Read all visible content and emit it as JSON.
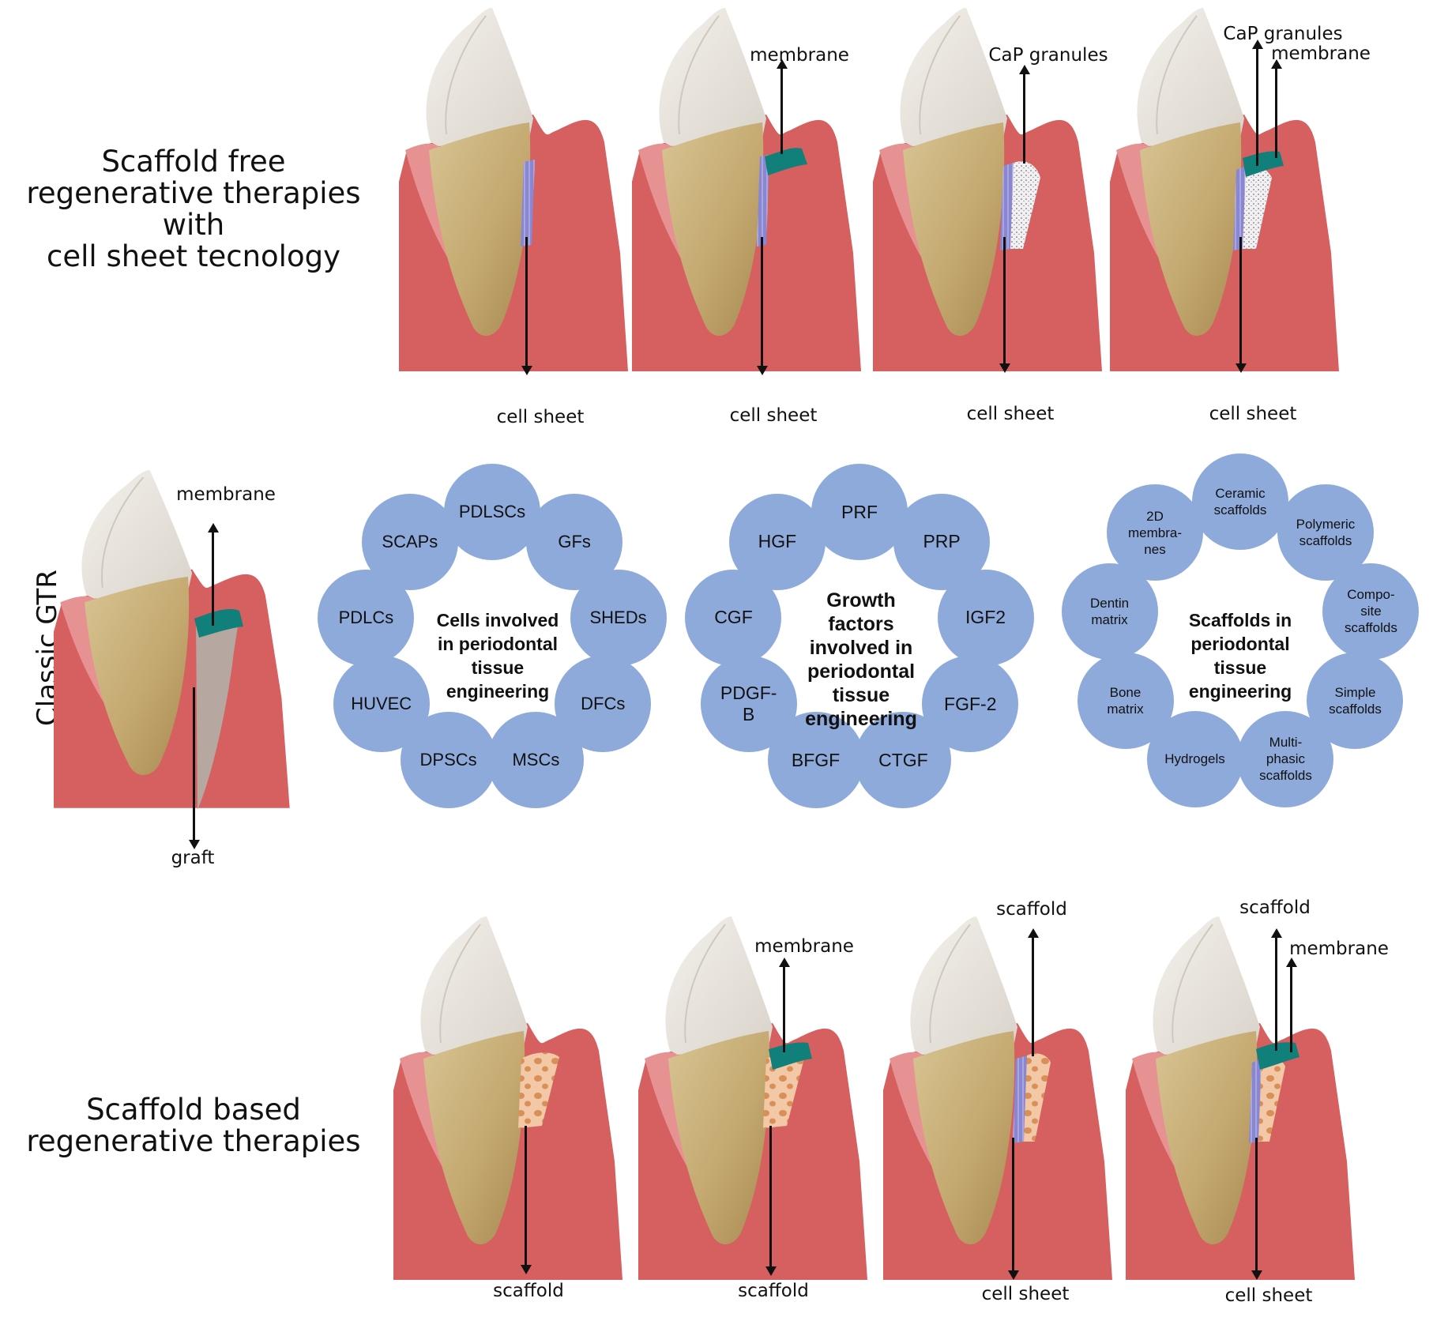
{
  "sections": {
    "scaffold_free": "Scaffold free\nregenerative therapies\nwith\ncell sheet tecnology",
    "classic_gtr": "Classic GTR",
    "scaffold_based": "Scaffold based\nregenerative therapies"
  },
  "top_row": {
    "p1": {
      "bottom": "cell sheet"
    },
    "p2": {
      "top": "membrane",
      "bottom": "cell sheet"
    },
    "p3": {
      "top": "CaP granules",
      "bottom": "cell sheet"
    },
    "p4": {
      "top1": "CaP granules",
      "top2": "membrane",
      "bottom": "cell sheet"
    }
  },
  "gtr": {
    "top": "membrane",
    "bottom": "graft"
  },
  "bottom_row": {
    "p1": {
      "bottom": "scaffold"
    },
    "p2": {
      "top": "membrane",
      "bottom": "scaffold"
    },
    "p3": {
      "top": "scaffold",
      "bottom": "cell sheet"
    },
    "p4": {
      "top1": "scaffold",
      "top2": "membrane",
      "bottom": "cell sheet"
    }
  },
  "clusters": {
    "cells": {
      "center": "Cells involved\nin periodontal\ntissue\nengineering",
      "items": [
        "PDLSCs",
        "GFs",
        "SHEDs",
        "DFCs",
        "MSCs",
        "DPSCs",
        "HUVEC",
        "PDLCs",
        "SCAPs"
      ]
    },
    "growth": {
      "center": "Growth\nfactors\ninvolved in\nperiodontal\ntissue\nengineering",
      "items": [
        "PRF",
        "PRP",
        "IGF2",
        "FGF-2",
        "CTGF",
        "BFGF",
        "PDGF-\nB",
        "CGF",
        "HGF"
      ]
    },
    "scaffolds": {
      "center": "Scaffolds in\nperiodontal\ntissue\nengineering",
      "items": [
        "Ceramic\nscaffolds",
        "Polymeric\nscaffolds",
        "Compo-\nsite\nscaffolds",
        "Simple\nscaffolds",
        "Multi-\nphasic\nscaffolds",
        "Hydrogels",
        "Bone\nmatrix",
        "Dentin\nmatrix",
        "2D\nmembra-\nnes"
      ]
    }
  },
  "colors": {
    "gum": "#d65f5f",
    "gum_light": "#e79292",
    "enamel": "#eae5df",
    "root": "#c9b27f",
    "membrane": "#117f7a",
    "cell_sheet": "#8a87d2",
    "scaffold": "#f0c6a4",
    "bubble": "#8eaadb"
  }
}
